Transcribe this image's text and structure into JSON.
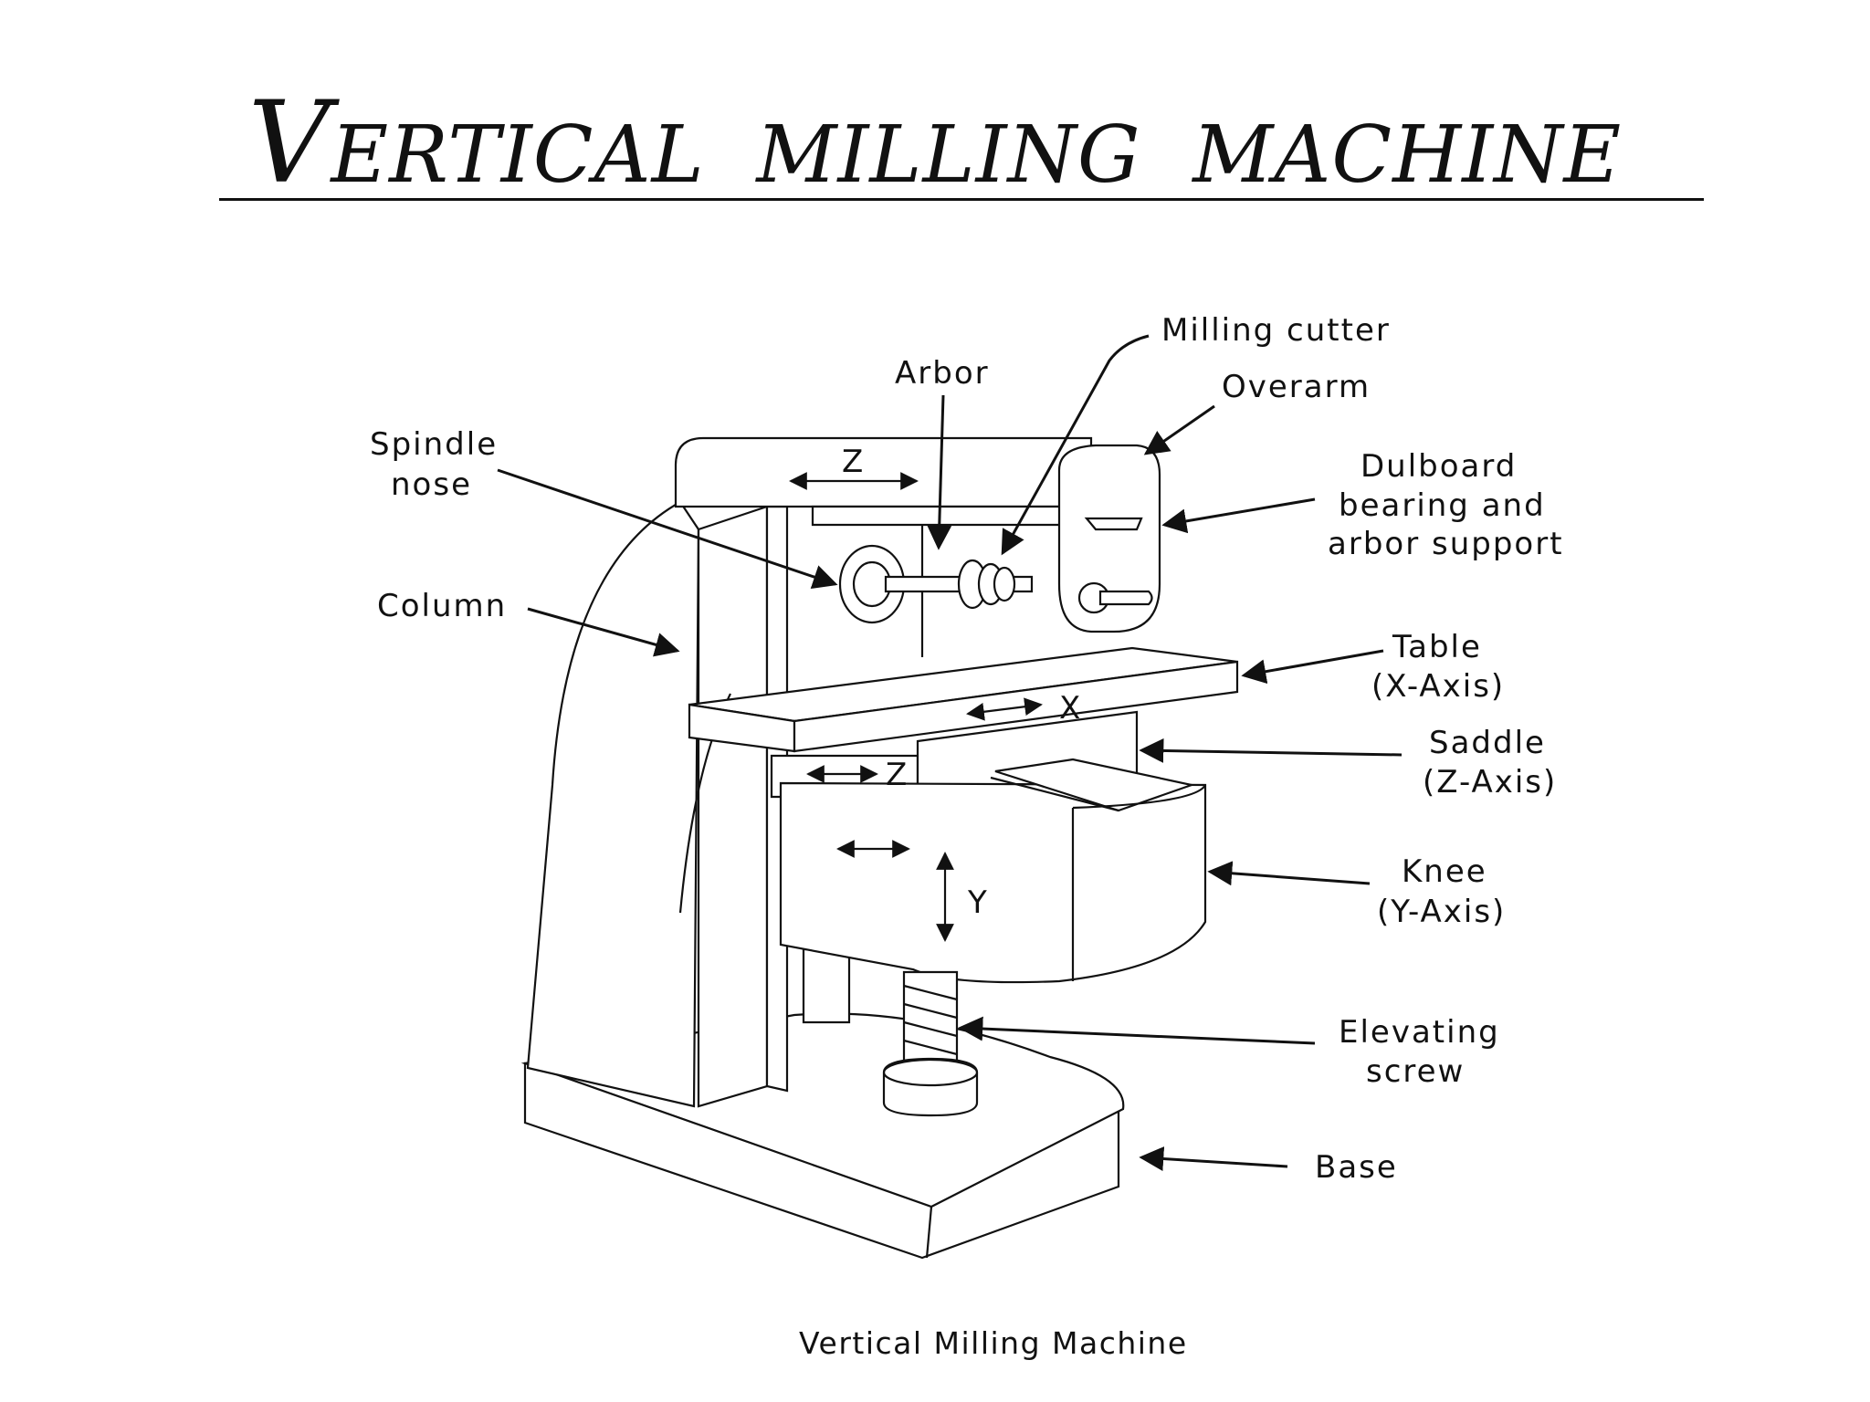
{
  "title": {
    "first_letter": "V",
    "rest": "ERTICAL  MILLING  MACHINE"
  },
  "labels": {
    "milling_cutter": "Milling cutter",
    "arbor": "Arbor",
    "overarm": "Overarm",
    "spindle_nose_1": "Spindle",
    "spindle_nose_2": "nose",
    "dulboard_1": "Dulboard",
    "dulboard_2": "bearing and",
    "dulboard_3": "arbor support",
    "column": "Column",
    "table_1": "Table",
    "table_2": "(X-Axis)",
    "saddle_1": "Saddle",
    "saddle_2": "(Z-Axis)",
    "knee_1": "Knee",
    "knee_2": "(Y-Axis)",
    "elevating_1": "Elevating",
    "elevating_2": "screw",
    "base": "Base"
  },
  "axis_labels": {
    "top_z": "Z",
    "table_x": "X",
    "saddle_z": "Z",
    "knee_y": "Y"
  },
  "caption": "Vertical Milling Machine"
}
